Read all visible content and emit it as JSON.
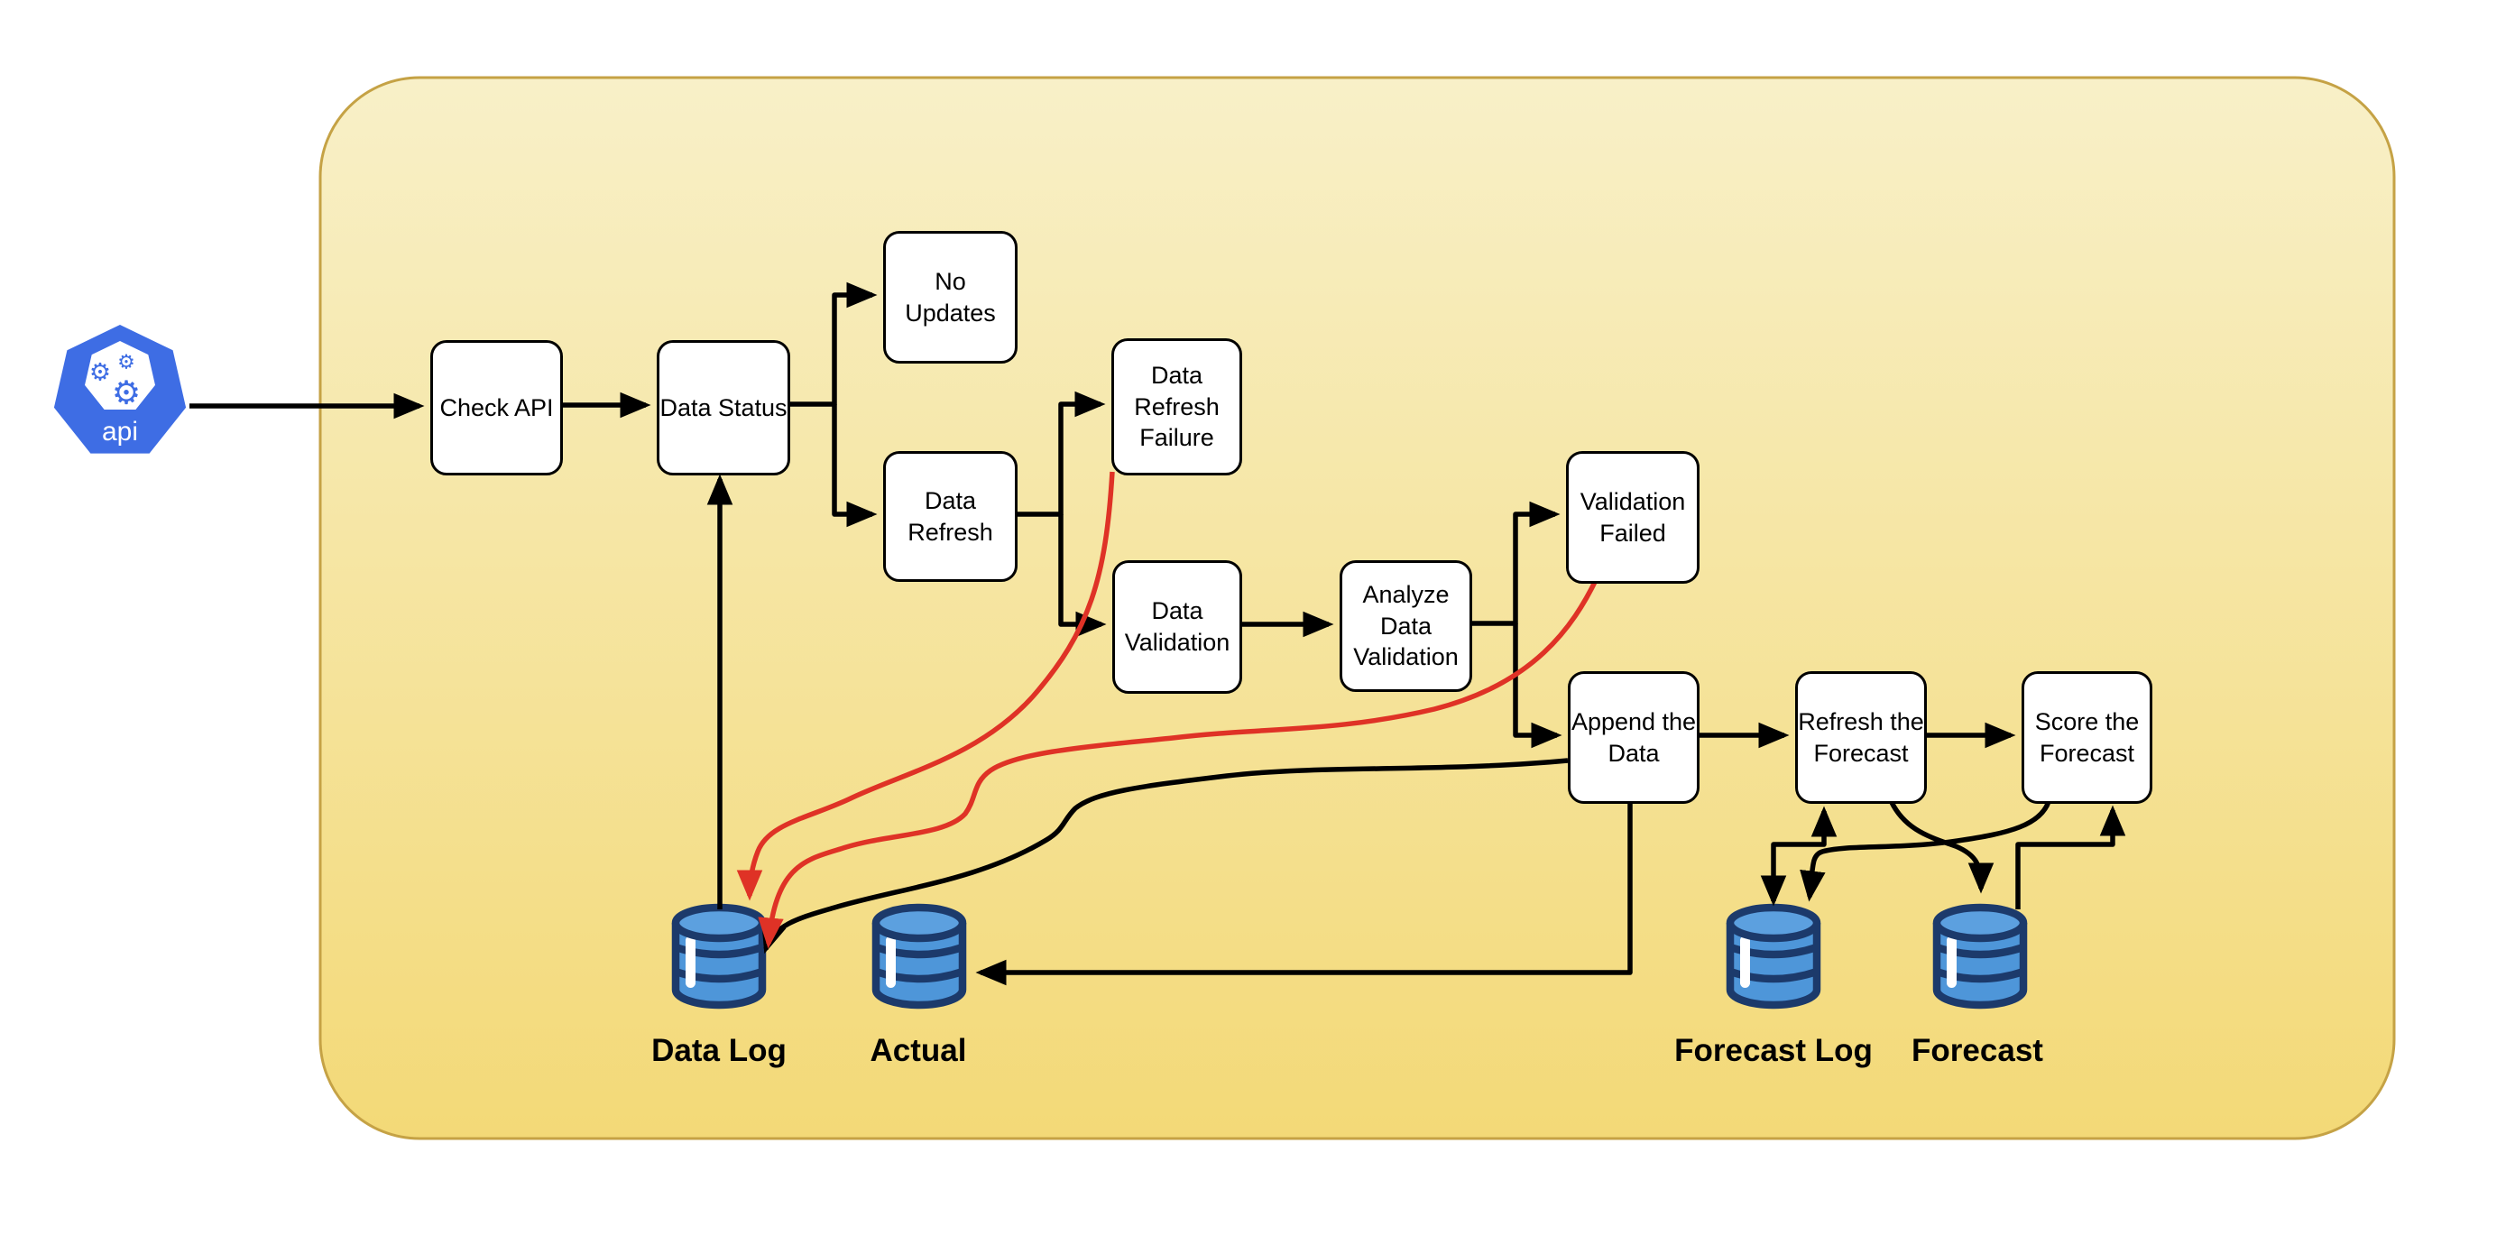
{
  "diagram": {
    "title_hint": "data refresh and forecast pipeline flowchart",
    "api": {
      "label": "api"
    },
    "nodes": {
      "check_api": {
        "label": "Check API"
      },
      "data_status": {
        "label": "Data Status"
      },
      "no_updates": {
        "label": "No\nUpdates"
      },
      "data_refresh": {
        "label": "Data\nRefresh"
      },
      "data_refresh_failure": {
        "label": "Data\nRefresh\nFailure"
      },
      "data_validation": {
        "label": "Data\nValidation"
      },
      "analyze_data_validation": {
        "label": "Analyze\nData\nValidation"
      },
      "validation_failed": {
        "label": "Validation\nFailed"
      },
      "append_the_data": {
        "label": "Append the\nData"
      },
      "refresh_the_forecast": {
        "label": "Refresh the\nForecast"
      },
      "score_the_forecast": {
        "label": "Score the\nForecast"
      }
    },
    "databases": {
      "data_log": {
        "label": "Data Log"
      },
      "actual": {
        "label": "Actual"
      },
      "forecast_log": {
        "label": "Forecast Log"
      },
      "forecast": {
        "label": "Forecast"
      }
    },
    "edges": [
      {
        "from": "api",
        "to": "Check API",
        "color": "black"
      },
      {
        "from": "Check API",
        "to": "Data Status",
        "color": "black"
      },
      {
        "from": "Data Status",
        "to": "No Updates",
        "color": "black"
      },
      {
        "from": "Data Status",
        "to": "Data Refresh",
        "color": "black"
      },
      {
        "from": "Data Refresh",
        "to": "Data Refresh Failure",
        "color": "black"
      },
      {
        "from": "Data Refresh",
        "to": "Data Validation",
        "color": "black"
      },
      {
        "from": "Data Validation",
        "to": "Analyze Data Validation",
        "color": "black"
      },
      {
        "from": "Analyze Data Validation",
        "to": "Validation Failed",
        "color": "black"
      },
      {
        "from": "Analyze Data Validation",
        "to": "Append the Data",
        "color": "black"
      },
      {
        "from": "Append the Data",
        "to": "Refresh the Forecast",
        "color": "black"
      },
      {
        "from": "Refresh the Forecast",
        "to": "Score the Forecast",
        "color": "black"
      },
      {
        "from": "Data Log",
        "to": "Data Status",
        "color": "black"
      },
      {
        "from": "Data Refresh Failure",
        "to": "Data Log",
        "color": "red"
      },
      {
        "from": "Validation Failed",
        "to": "Data Log",
        "color": "red"
      },
      {
        "from": "Append the Data",
        "to": "Data Log",
        "color": "black"
      },
      {
        "from": "Append the Data",
        "to": "Actual",
        "color": "black"
      },
      {
        "from": "Refresh the Forecast",
        "to": "Forecast Log",
        "color": "black",
        "bidirectional": true
      },
      {
        "from": "Refresh the Forecast",
        "to": "Forecast",
        "color": "black"
      },
      {
        "from": "Score the Forecast",
        "to": "Forecast Log",
        "color": "black"
      },
      {
        "from": "Forecast",
        "to": "Score the Forecast",
        "color": "black"
      }
    ],
    "colors": {
      "container_top": "#F8F0C8",
      "container_bottom": "#F3D977",
      "container_border": "#C5A245",
      "node_fill": "#FFFFFF",
      "node_border": "#000000",
      "edge": "#000000",
      "error_edge": "#DF3226",
      "db_fill": "#4E96D9",
      "db_fill_top": "#5CA0DF",
      "db_outline": "#1C3A6B",
      "api_blue": "#3E6DE4",
      "text": "#000000"
    }
  }
}
